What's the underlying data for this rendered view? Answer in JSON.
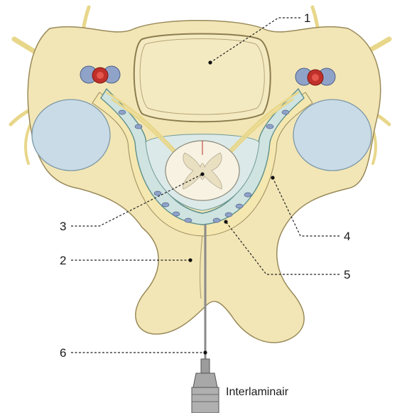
{
  "callouts": [
    {
      "id": "1",
      "label": "1"
    },
    {
      "id": "2",
      "label": "2"
    },
    {
      "id": "3",
      "label": "3"
    },
    {
      "id": "4",
      "label": "4"
    },
    {
      "id": "5",
      "label": "5"
    },
    {
      "id": "6",
      "label": "6"
    }
  ],
  "needle_label": "Interlaminair",
  "colors": {
    "bone": "#f2e6b6",
    "bone_outline": "#9a8a5a",
    "nerve": "#f3e39c",
    "dura": "#cfe3e0",
    "dura_outline": "#5e8f8a",
    "epidural_fat": "#f4e7b0",
    "vein": "#8fa3c9",
    "artery": "#c0302a",
    "cord": "#f7f2e2",
    "grey_matter": "#e9dfc1",
    "muscle_blue": "#c9dbe6",
    "needle": "#8a8a8a"
  }
}
